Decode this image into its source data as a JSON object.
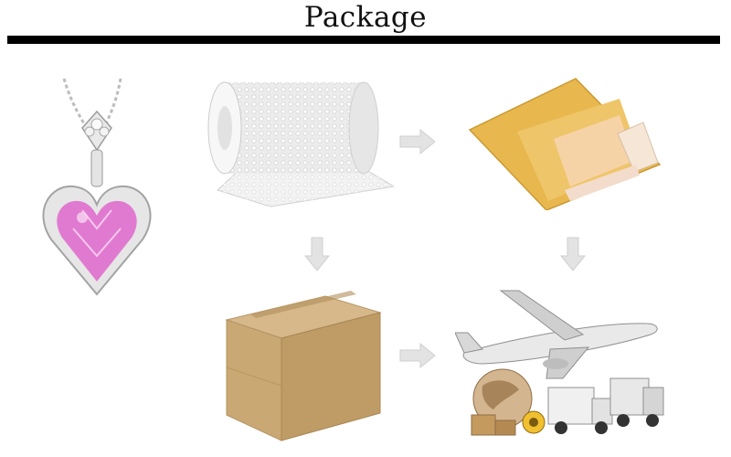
{
  "header": {
    "title": "Package"
  },
  "colors": {
    "rule": "#000000",
    "arrow": "#e3e3e3",
    "gem": "#e07ad0",
    "envelope": "#e8b84e",
    "carton": "#c9a874"
  },
  "images": [
    {
      "id": "necklace",
      "icon": "heart-pendant-icon"
    },
    {
      "id": "bubble-wrap",
      "icon": "bubble-wrap-roll-icon"
    },
    {
      "id": "padded-envelope",
      "icon": "padded-envelope-icon"
    },
    {
      "id": "carton-box",
      "icon": "carton-box-icon"
    },
    {
      "id": "shipping",
      "icon": "airplane-truck-globe-icon"
    }
  ]
}
